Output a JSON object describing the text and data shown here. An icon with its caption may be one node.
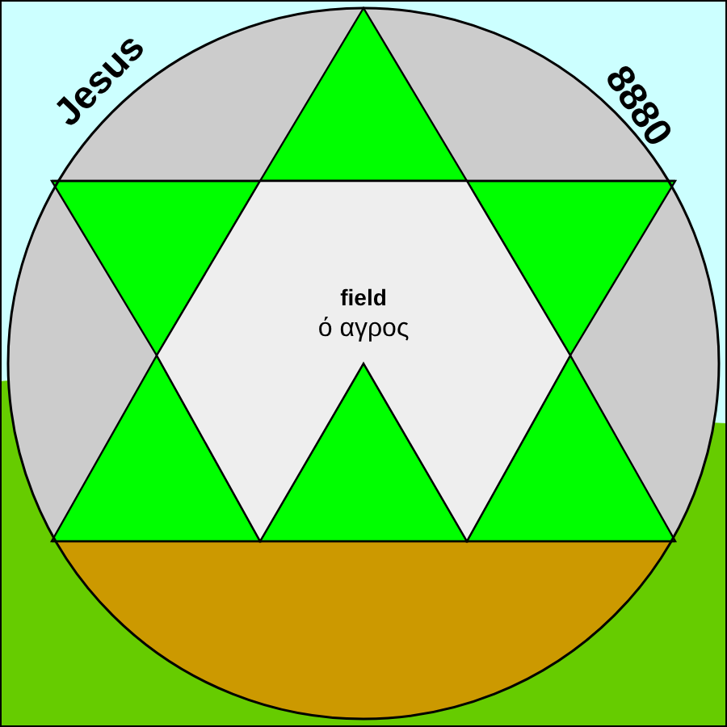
{
  "diagram": {
    "nodes": [
      {
        "text": [
          "field",
          "ό αγρος"
        ]
      }
    ],
    "labels": [
      "Jesus",
      "8880"
    ]
  }
}
